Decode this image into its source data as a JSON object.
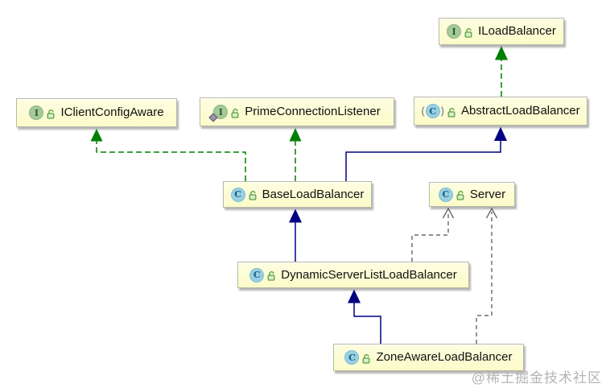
{
  "diagram": {
    "nodes": {
      "iloadbalancer": {
        "label": "ILoadBalancer",
        "kind": "interface"
      },
      "iclientconfigaware": {
        "label": "IClientConfigAware",
        "kind": "interface"
      },
      "primeconnectionlistener": {
        "label": "PrimeConnectionListener",
        "kind": "static-inner-interface"
      },
      "abstractloadbalancer": {
        "label": "AbstractLoadBalancer",
        "kind": "abstract-class"
      },
      "baseloadbalancer": {
        "label": "BaseLoadBalancer",
        "kind": "class"
      },
      "server": {
        "label": "Server",
        "kind": "class"
      },
      "dynamicserverlistloadbalancer": {
        "label": "DynamicServerListLoadBalancer",
        "kind": "class"
      },
      "zoneawareloadbalancer": {
        "label": "ZoneAwareLoadBalancer",
        "kind": "class"
      }
    },
    "icon_letters": {
      "interface": "I",
      "class": "C"
    },
    "edges": [
      {
        "from": "AbstractLoadBalancer",
        "to": "ILoadBalancer",
        "type": "implements"
      },
      {
        "from": "BaseLoadBalancer",
        "to": "IClientConfigAware",
        "type": "implements"
      },
      {
        "from": "BaseLoadBalancer",
        "to": "PrimeConnectionListener",
        "type": "implements"
      },
      {
        "from": "BaseLoadBalancer",
        "to": "AbstractLoadBalancer",
        "type": "extends"
      },
      {
        "from": "DynamicServerListLoadBalancer",
        "to": "BaseLoadBalancer",
        "type": "extends"
      },
      {
        "from": "ZoneAwareLoadBalancer",
        "to": "DynamicServerListLoadBalancer",
        "type": "extends"
      },
      {
        "from": "DynamicServerListLoadBalancer",
        "to": "Server",
        "type": "dependency"
      },
      {
        "from": "ZoneAwareLoadBalancer",
        "to": "Server",
        "type": "dependency"
      }
    ],
    "colors": {
      "node_fill": "#fbfbc9",
      "node_border": "#b9b9a8",
      "realization_green": "#007f00",
      "extends_navy": "#000082",
      "dependency_gray": "#4d4d4d",
      "iface_bg": "#a5c999",
      "iface_fg": "#2f5b27",
      "class_bg": "#98cfe3",
      "class_fg": "#175e78",
      "lock_green": "#5a9e46"
    },
    "watermark": "@稀土掘金技术社区"
  }
}
